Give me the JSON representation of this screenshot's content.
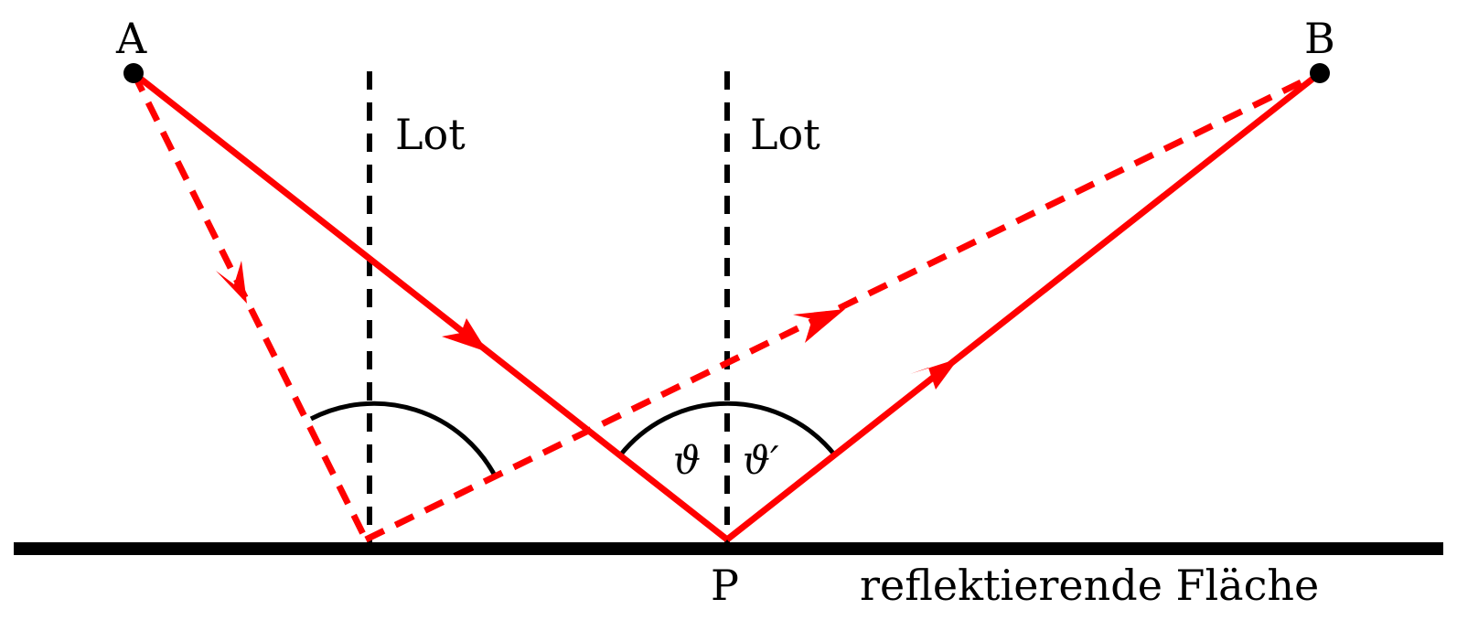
{
  "labels": {
    "point_a": "A",
    "point_b": "B",
    "point_p": "P",
    "normal_left": "Lot",
    "normal_right": "Lot",
    "angle_incidence": "ϑ",
    "angle_reflection": "ϑ′",
    "surface": "reflektierende Fläche"
  },
  "colors": {
    "ray": "#ff0000",
    "ink": "#000000",
    "background": "#ffffff"
  }
}
